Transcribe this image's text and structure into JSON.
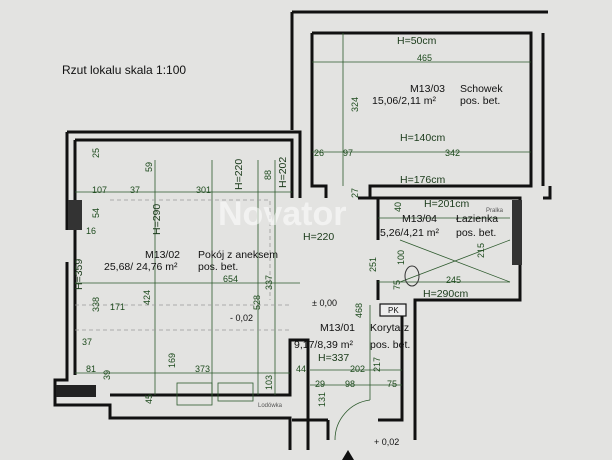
{
  "title": "Rzut lokalu skala 1:100",
  "watermark": "Novator",
  "rooms": [
    {
      "id": "M13/03",
      "name": "Schowek",
      "area": "15,06/2,11 m²",
      "floor": "pos. bet."
    },
    {
      "id": "M13/02",
      "name": "Pokój z aneksem",
      "area": "25,68/ 24,76 m²",
      "floor": "pos. bet."
    },
    {
      "id": "M13/04",
      "name": "Łazienka",
      "area": "5,26/4,21 m²",
      "floor": "pos. bet."
    },
    {
      "id": "M13/01",
      "name": "Korytarz",
      "area": "9,17/8,39 m²",
      "floor": "pos. bet."
    }
  ],
  "heights": {
    "h50": "H=50cm",
    "h140": "H=140cm",
    "h176": "H=176cm",
    "h220a": "H=220",
    "h202": "H=202",
    "h290": "H=290",
    "h359": "H=359",
    "h220b": "H=220",
    "h201": "H=201cm",
    "h290cm": "H=290cm",
    "h337": "H=337"
  },
  "levels": {
    "l0": "± 0,00",
    "lm": "- 0,02",
    "lp": "+ 0,02"
  },
  "labels": {
    "fridge": "Lodówka",
    "washer": "Pralka",
    "pk": "PK"
  },
  "dims": {
    "d465": "465",
    "d324": "324",
    "d26": "26",
    "d97": "97",
    "d342": "342",
    "d27": "27",
    "d25": "25",
    "d59": "59",
    "d88": "88",
    "d107": "107",
    "d37a": "37",
    "d301": "301",
    "d54": "54",
    "d16": "16",
    "d654": "654",
    "d337": "337",
    "d338": "338",
    "d171": "171",
    "d424": "424",
    "d528": "528",
    "d37b": "37",
    "d169": "169",
    "d373": "373",
    "d81": "81",
    "d39": "39",
    "d103": "103",
    "d45": "45",
    "d468": "468",
    "d44": "44",
    "d202": "202",
    "d217": "217",
    "d29": "29",
    "d98": "98",
    "d75a": "75",
    "d131": "131",
    "d251": "251",
    "d40": "40",
    "d215": "215",
    "d100": "100",
    "d245": "245",
    "d75b": "75"
  }
}
